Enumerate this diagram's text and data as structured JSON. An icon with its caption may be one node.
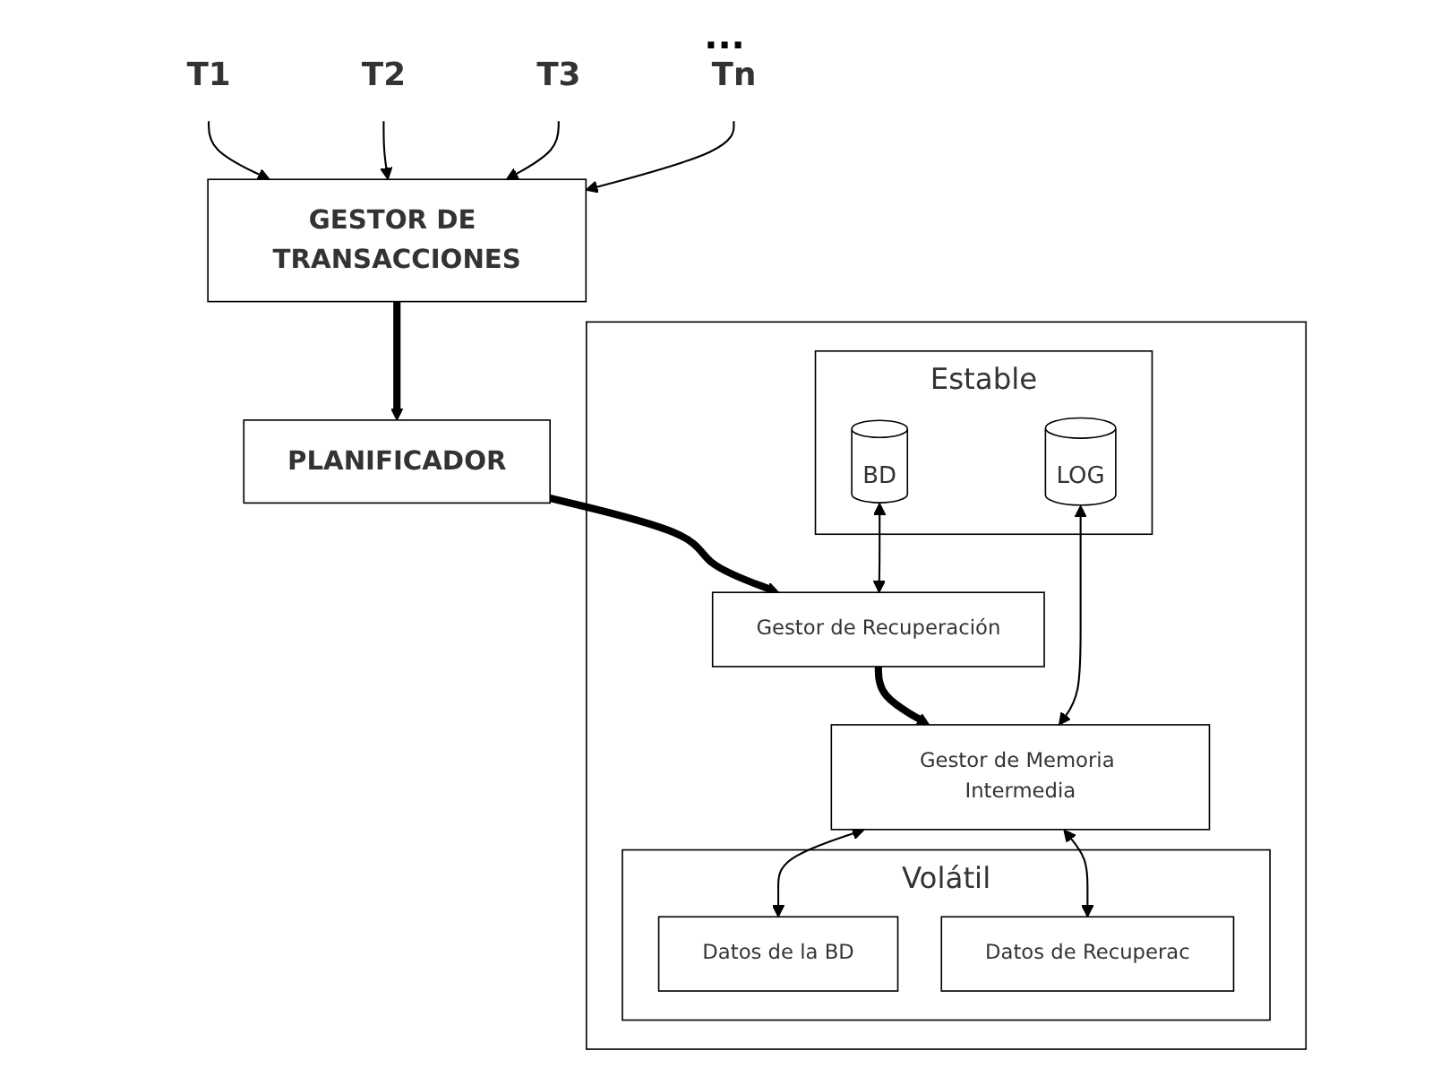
{
  "diagram": {
    "nodes": [
      {
        "text": [
          "T1"
        ]
      },
      {
        "text": [
          "T2"
        ]
      },
      {
        "text": [
          "T3"
        ]
      },
      {
        "text": [
          "Tn"
        ]
      },
      {
        "text": [
          "GESTOR DE TRANSACCIONES"
        ]
      },
      {
        "text": [
          "PLANIFICADOR"
        ]
      },
      {
        "text": [],
        "shape": "box"
      },
      {
        "text": [
          "Estable"
        ],
        "in": 6
      },
      {
        "text": [
          "BD"
        ],
        "in": 7
      },
      {
        "text": [
          "LOG"
        ],
        "in": 7
      },
      {
        "text": [
          "Gestor de Recuperación"
        ],
        "in": 6
      },
      {
        "text": [
          "Gestor de Memoria Intermedia"
        ],
        "in": 6
      },
      {
        "text": [
          "Volátil"
        ],
        "in": 6
      },
      {
        "text": [
          "Datos de la BD"
        ],
        "in": 12
      },
      {
        "text": [
          "Datos de Recuperac"
        ],
        "in": 12
      }
    ],
    "edges": [
      {
        "from": 0,
        "to": 4,
        "arrow": "to"
      },
      {
        "from": 1,
        "to": 4,
        "arrow": "to"
      },
      {
        "from": 2,
        "to": 4,
        "arrow": "to"
      },
      {
        "from": 3,
        "to": 4,
        "arrow": "to"
      },
      {
        "from": 4,
        "to": 5,
        "arrow": "to",
        "style": "thick"
      },
      {
        "from": 5,
        "to": 10,
        "arrow": "to",
        "style": "thick"
      },
      {
        "from": 8,
        "to": 10,
        "arrow": "both"
      },
      {
        "from": 10,
        "to": 11,
        "arrow": "to",
        "style": "thick"
      },
      {
        "from": 9,
        "to": 11,
        "arrow": "both"
      },
      {
        "from": 11,
        "to": 13,
        "arrow": "both"
      },
      {
        "from": 11,
        "to": 14,
        "arrow": "both"
      }
    ],
    "labels": [
      "..."
    ]
  }
}
